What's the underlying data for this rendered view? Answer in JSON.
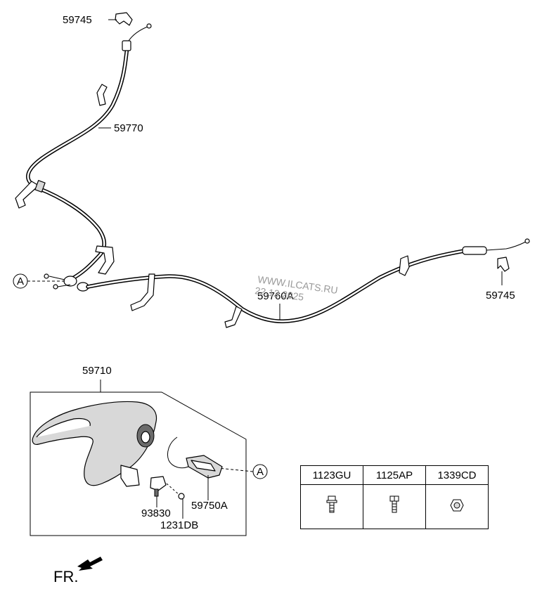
{
  "callouts": {
    "clip_front": "59745",
    "front_cable": "59770",
    "clip_rear": "59745",
    "rear_cable": "59760A",
    "lever_assembly": "59710",
    "bolt": "93830",
    "bolt_b": "1231DB",
    "switch": "59750A",
    "ref_a_left": "A",
    "ref_a_right": "A"
  },
  "watermark": {
    "line1": "WWW.ILCATS.RU",
    "line2": "22.12.2025"
  },
  "parts_table": {
    "headers": [
      "1123GU",
      "1125AP",
      "1339CD"
    ],
    "icons": [
      "bolt-icon",
      "screw-icon",
      "nut-icon"
    ]
  },
  "direction_label": "FR.",
  "colors": {
    "line": "#000000",
    "watermark": "#9a9a9a"
  }
}
